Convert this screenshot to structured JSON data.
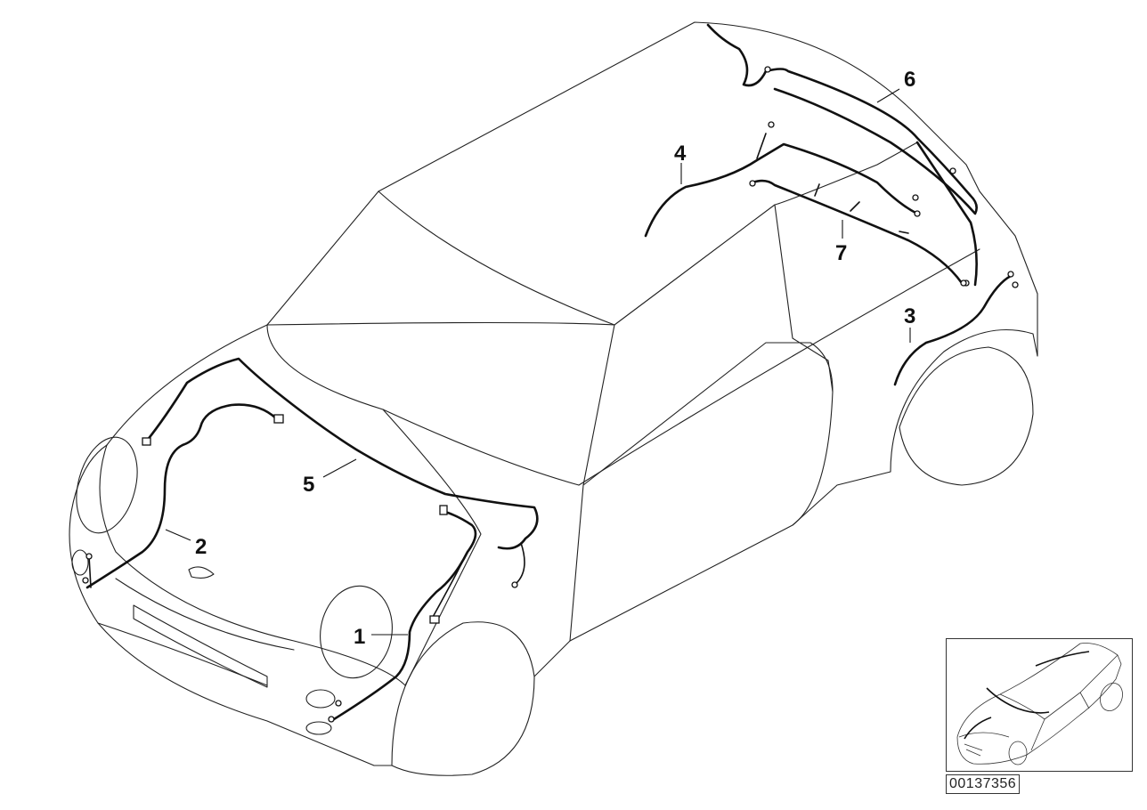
{
  "callouts": {
    "c1": "1",
    "c2": "2",
    "c3": "3",
    "c4": "4",
    "c5": "5",
    "c6": "6",
    "c7": "7"
  },
  "reference_id": "00137356",
  "colors": {
    "line": "#111111",
    "background": "#ffffff"
  }
}
